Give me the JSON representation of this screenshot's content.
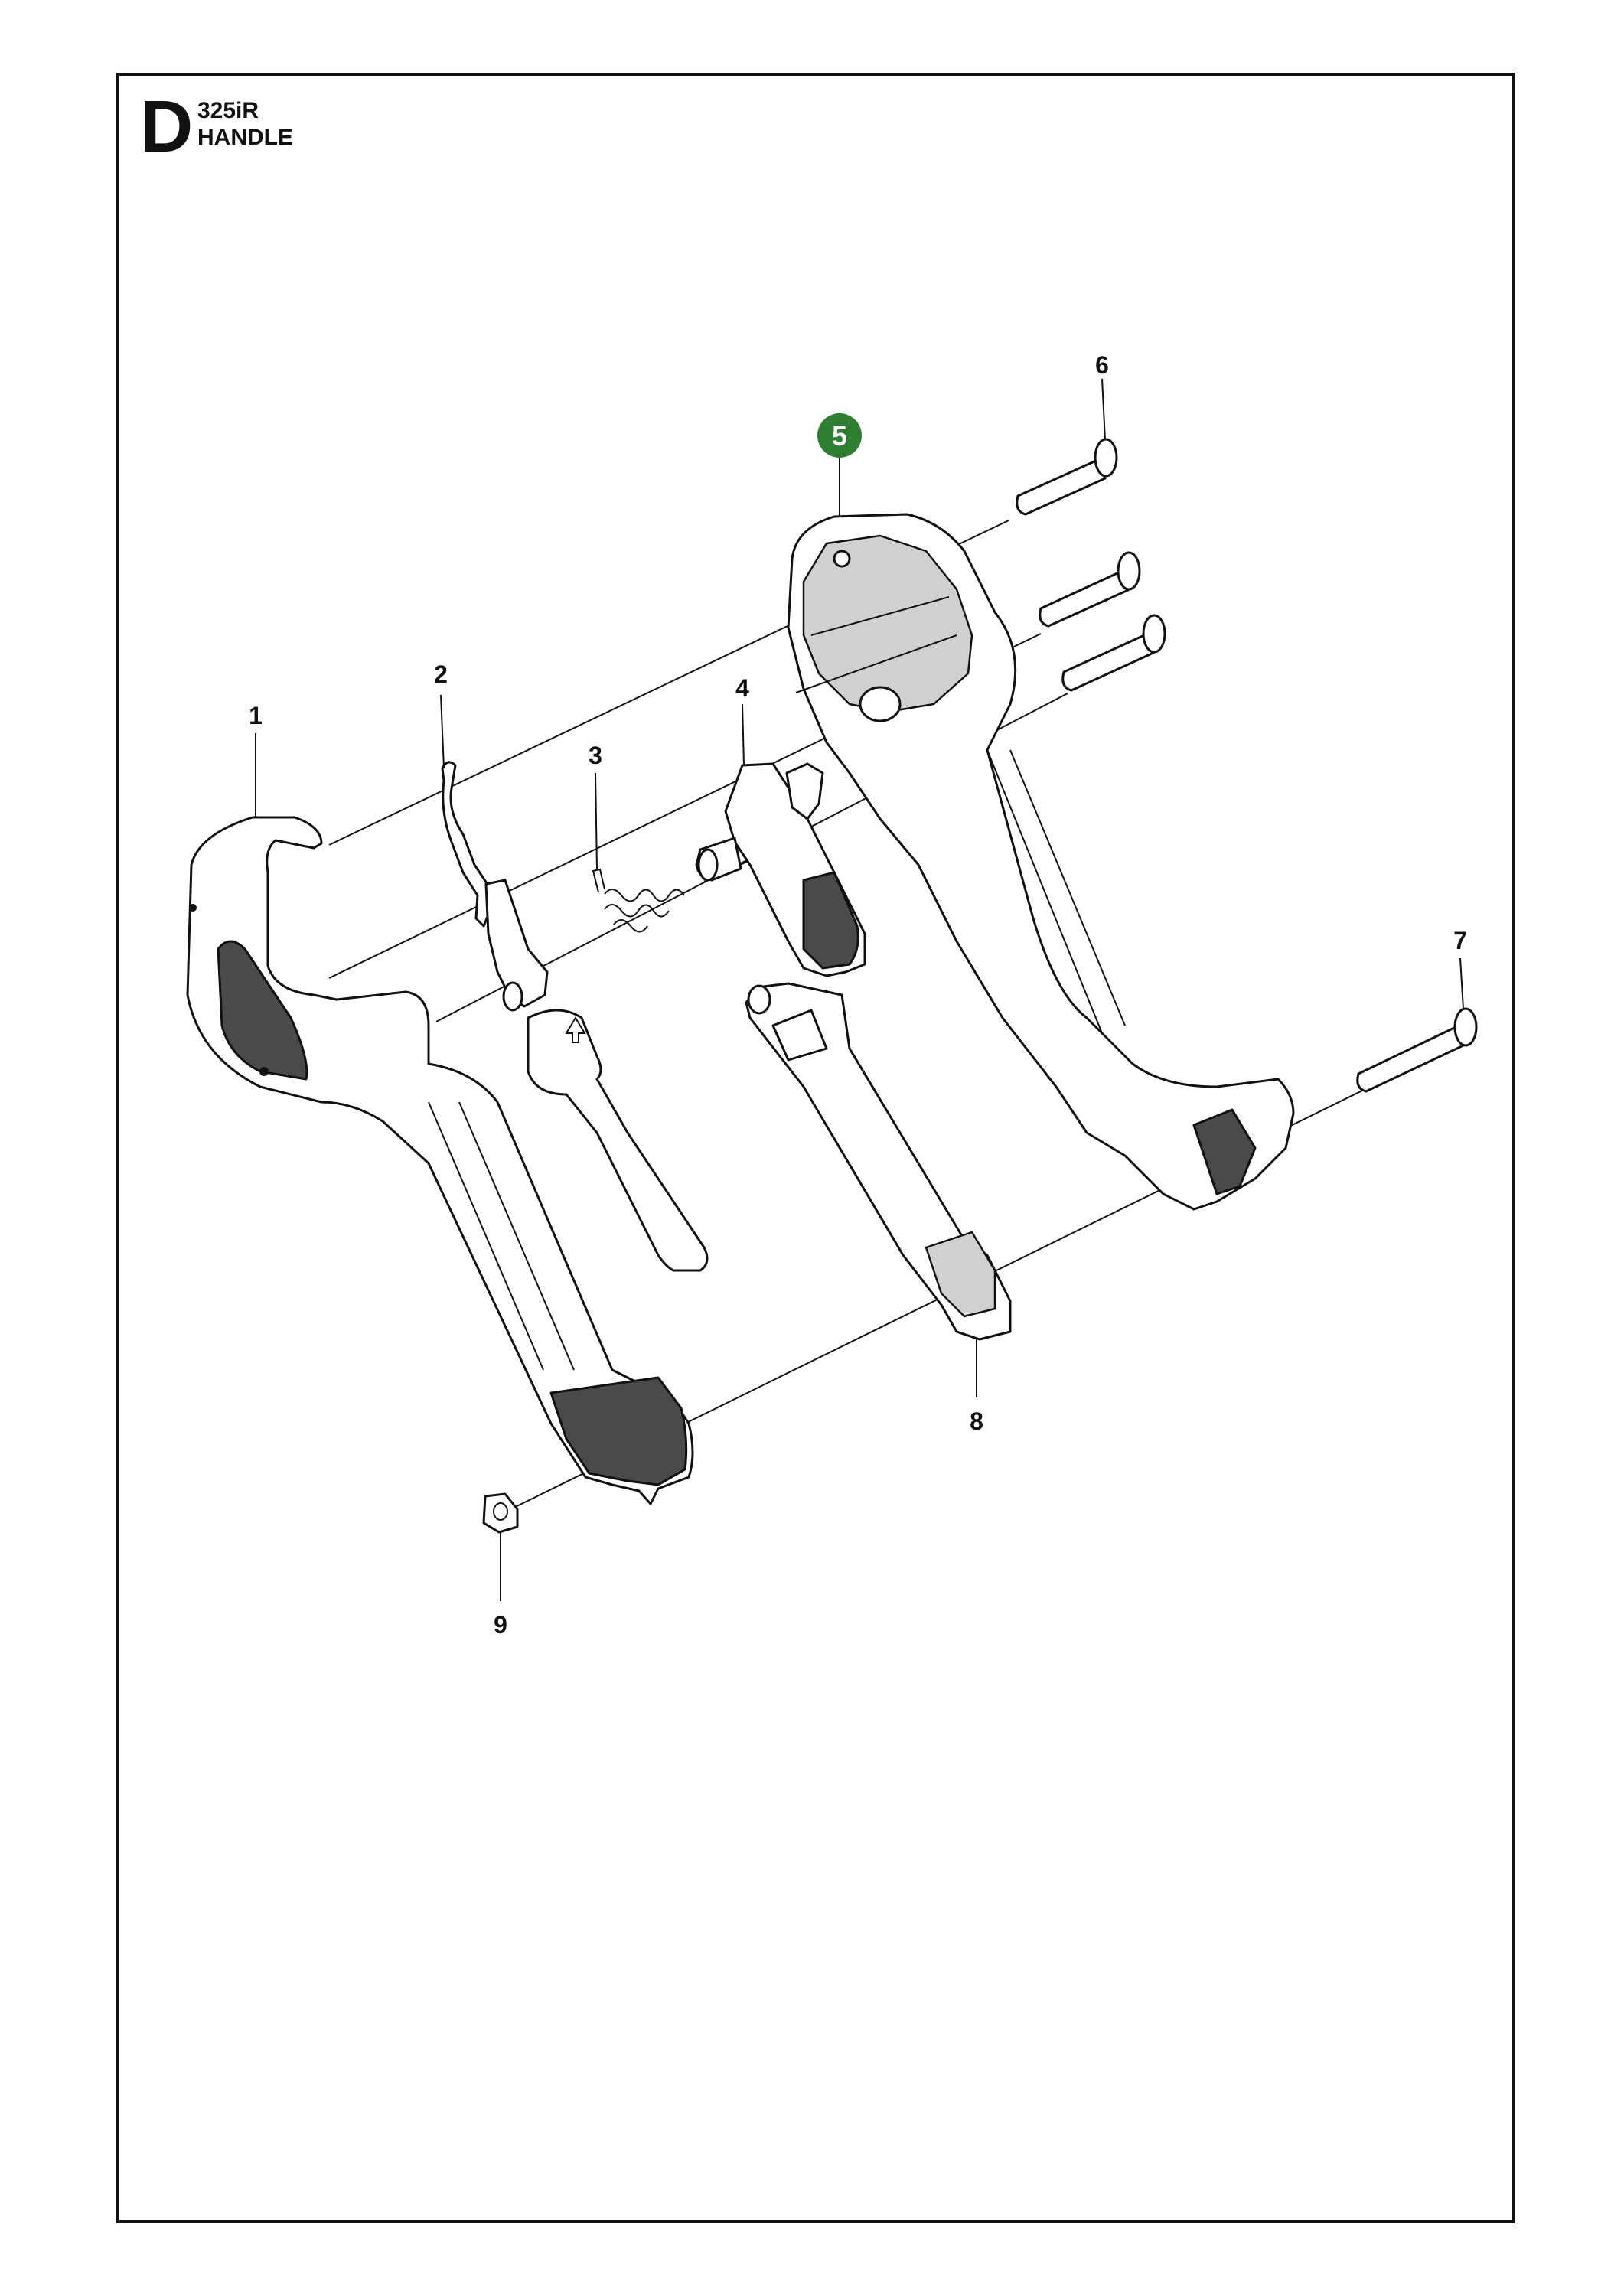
{
  "header": {
    "section_letter": "D",
    "model": "325iR",
    "title": "HANDLE"
  },
  "callouts": [
    {
      "id": "1",
      "label": "1"
    },
    {
      "id": "2",
      "label": "2"
    },
    {
      "id": "3",
      "label": "3"
    },
    {
      "id": "4",
      "label": "4"
    },
    {
      "id": "5",
      "label": "5",
      "highlighted": true
    },
    {
      "id": "6",
      "label": "6"
    },
    {
      "id": "7",
      "label": "7"
    },
    {
      "id": "8",
      "label": "8"
    },
    {
      "id": "9",
      "label": "9"
    }
  ],
  "colors": {
    "highlight": "#2e7d32",
    "line": "#111111",
    "grip": "#4a4a4a"
  }
}
